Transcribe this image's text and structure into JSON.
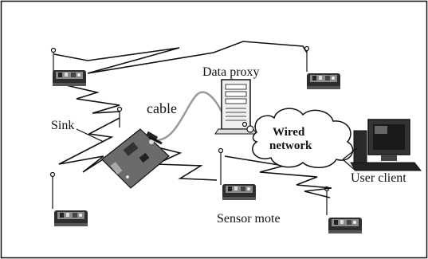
{
  "labels": {
    "data_proxy": "Data proxy",
    "cable": "cable",
    "sink": "Sink",
    "wired_network_line1": "Wired",
    "wired_network_line2": "network",
    "user_client": "User client",
    "sensor_mote": "Sensor mote"
  },
  "colors": {
    "ink": "#111111",
    "mote_body": "#3a3a3a",
    "board": "#6b6b6b",
    "cable": "#9a9a9a",
    "background": "#ffffff"
  }
}
